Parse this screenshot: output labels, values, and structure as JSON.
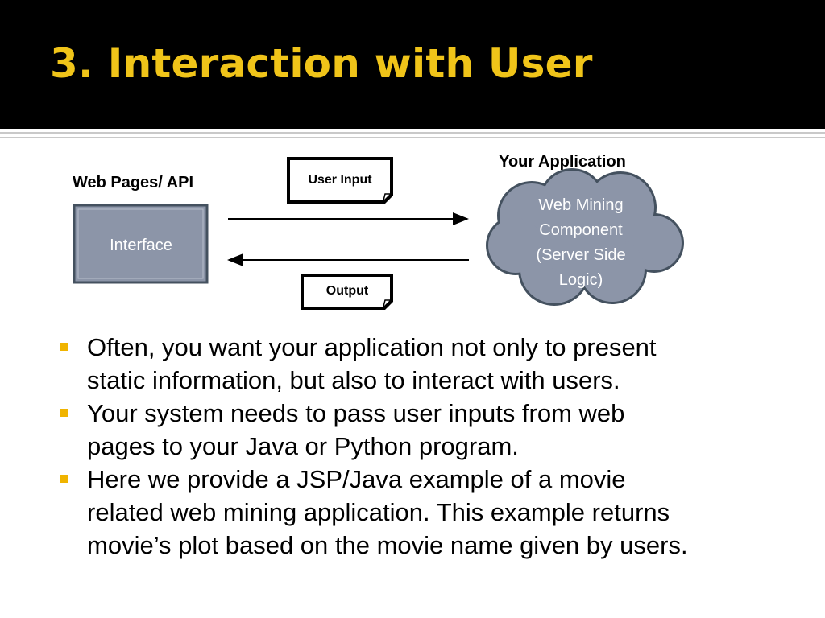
{
  "slide": {
    "title": "3. Interaction with User"
  },
  "diagram": {
    "left_label": "Web Pages/ API",
    "interface_label": "Interface",
    "input_label": "User Input",
    "output_label": "Output",
    "right_label": "Your Application",
    "cloud_lines": [
      "Web Mining",
      "Component",
      "(Server Side",
      "Logic)"
    ]
  },
  "bullets": [
    [
      "Often, you want your application not only to present",
      "static information, but also to interact with users."
    ],
    [
      "Your system needs to pass user inputs from web",
      "pages to your Java or Python program."
    ],
    [
      "Here we provide a JSP/Java example of a movie",
      "related web mining application. This example returns",
      "movie’s plot based on the movie name given by users."
    ]
  ],
  "colors": {
    "title": "#f0c419",
    "bullet": "#f0b400",
    "interface_fill": "#8c95a8",
    "cloud_fill": "#8c95a8"
  }
}
